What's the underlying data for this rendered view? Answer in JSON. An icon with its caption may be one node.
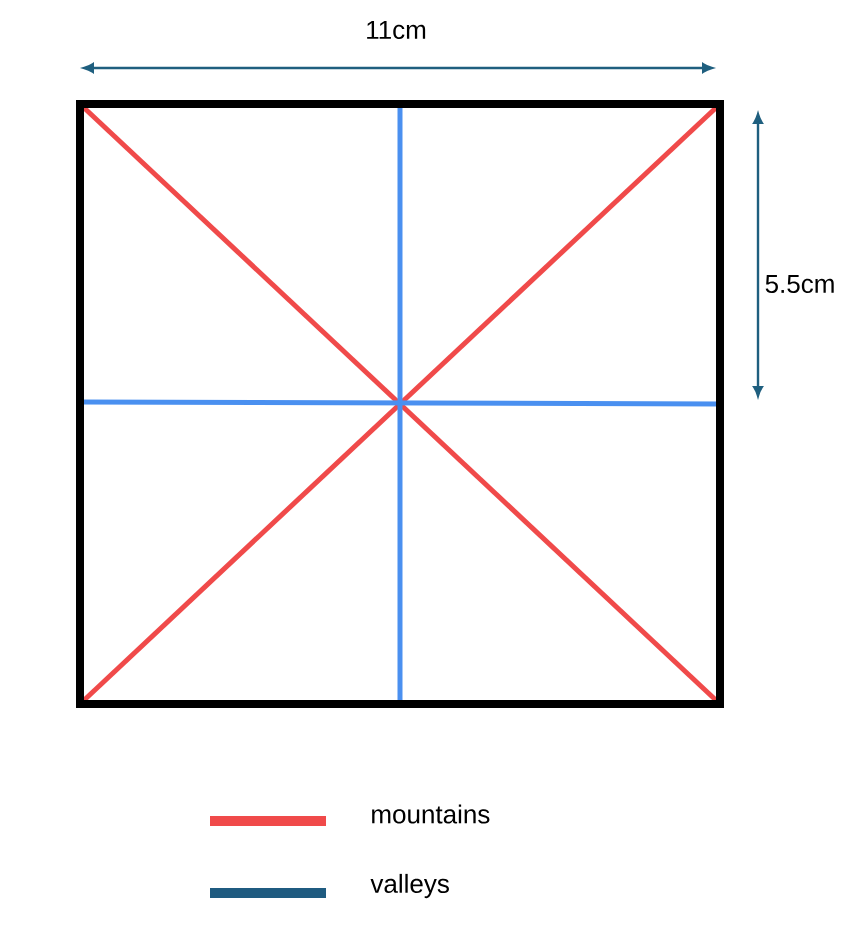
{
  "diagram": {
    "labels": [
      "11cm",
      "5.5cm"
    ],
    "legend": [
      {
        "text": "mountains",
        "color": "#f04a4a"
      },
      {
        "text": "valleys",
        "color": "#1f5b80"
      }
    ]
  }
}
